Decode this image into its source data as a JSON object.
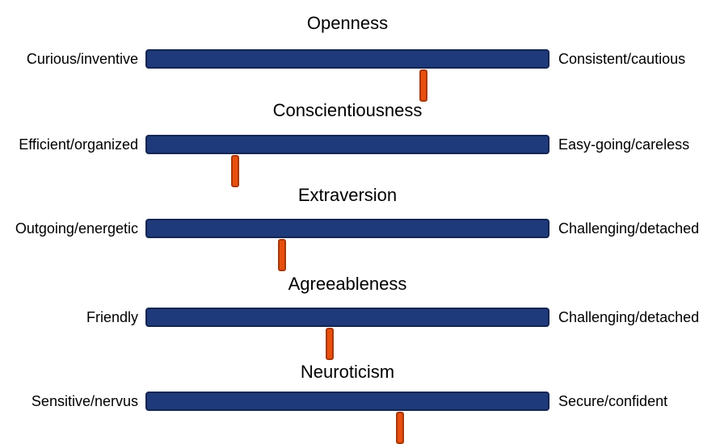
{
  "colors": {
    "bar_fill": "#1f3a7a",
    "bar_border": "#132552",
    "marker_fill": "#e8500e",
    "marker_border": "#a8380a"
  },
  "traits": [
    {
      "title": "Openness",
      "left_label": "Curious/inventive",
      "right_label": "Consistent/cautious",
      "position": 0.69
    },
    {
      "title": "Conscientiousness",
      "left_label": "Efficient/organized",
      "right_label": "Easy-going/careless",
      "position": 0.22
    },
    {
      "title": "Extraversion",
      "left_label": "Outgoing/energetic",
      "right_label": "Challenging/detached",
      "position": 0.336
    },
    {
      "title": "Agreeableness",
      "left_label": "Friendly",
      "right_label": "Challenging/detached",
      "position": 0.456
    },
    {
      "title": "Neuroticism",
      "left_label": "Sensitive/nervus",
      "right_label": "Secure/confident",
      "position": 0.632
    }
  ]
}
